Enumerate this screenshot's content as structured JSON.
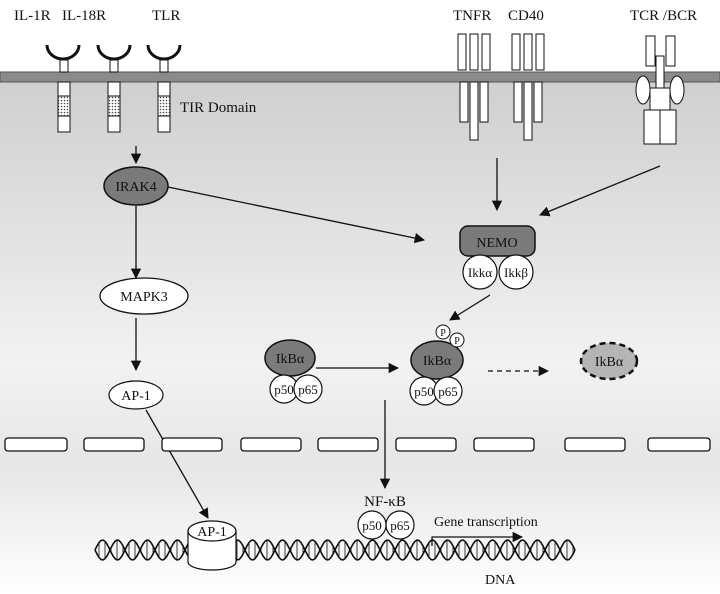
{
  "receptors": {
    "il1r": "IL-1R",
    "il18r": "IL-18R",
    "tlr": "TLR",
    "tnfr": "TNFR",
    "cd40": "CD40",
    "tcr_bcr": "TCR /BCR",
    "tir_domain": "TIR Domain"
  },
  "nodes": {
    "irak4": "IRAK4",
    "mapk3": "MAPK3",
    "ap1": "AP-1",
    "nemo": "NEMO",
    "ikka": "Ikkα",
    "ikkb": "Ikkβ",
    "phospho": "P",
    "ikba": "IkBα",
    "p50": "p50",
    "p65": "p65",
    "nfkb": "NF-κB"
  },
  "nucleus": {
    "ap1": "AP-1",
    "gene_transcription": "Gene transcription",
    "dna": "DNA"
  },
  "colors": {
    "membrane": "#8a8a8a",
    "cytoplasm_top": "#d4d4d4",
    "cytoplasm_bottom": "#ffffff",
    "dark_node": "#7a7a7a",
    "degraded_node": "#b5b5b5",
    "line": "#111111"
  }
}
